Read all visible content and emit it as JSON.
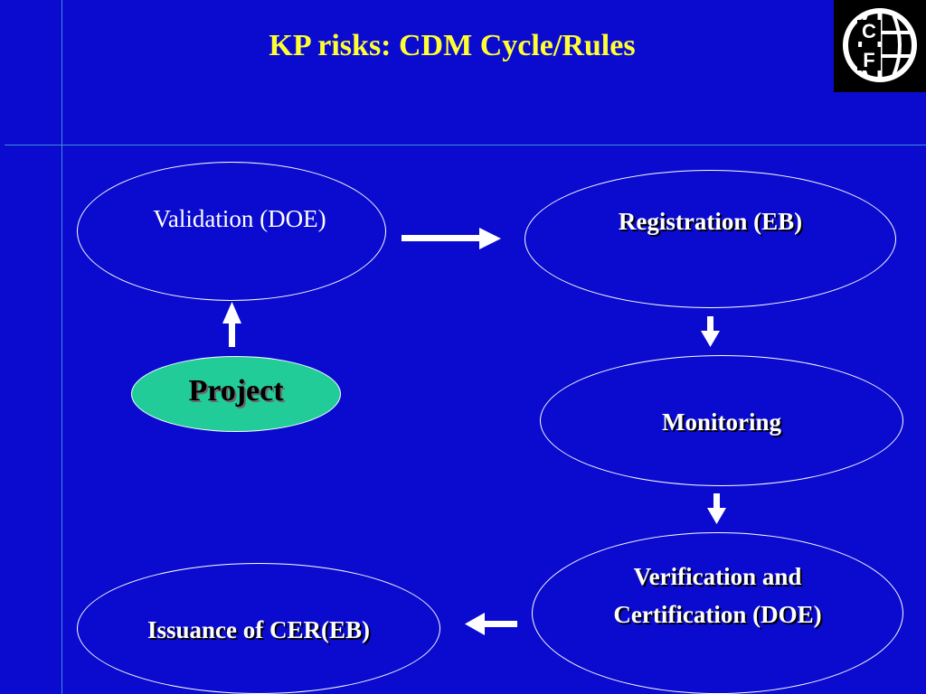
{
  "slide": {
    "title": "KP risks: CDM Cycle/Rules",
    "logo": {
      "icon": "cf-globe-logo-icon",
      "letters": [
        "C",
        "F"
      ]
    },
    "nodes": {
      "validation": "Validation (DOE)",
      "registration": "Registration (EB)",
      "project": "Project",
      "monitoring": "Monitoring",
      "verification_line1": "Verification and",
      "verification_line2": "Certification (DOE)",
      "issuance": "Issuance of CER(EB)"
    },
    "colors": {
      "background": "#0b0bd0",
      "title": "#ffff33",
      "project_fill": "#22cc99",
      "outline": "#ffffff",
      "guide_lines": "#3a8ed8"
    }
  }
}
